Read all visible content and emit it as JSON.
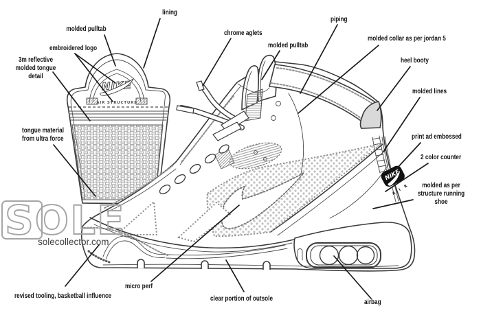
{
  "colors": {
    "ink": "#3b3b3b",
    "booty_fill": "#d9d9d9",
    "watermark": "#a5a5a5",
    "heel_logo_fill": "#111111"
  },
  "tongue": {
    "brand": "NIKE",
    "sub": "AIR STRUCTURE"
  },
  "heel": {
    "brand": "NIKE",
    "air": "A I R"
  },
  "watermark": {
    "logo": "SOLE",
    "site": "solecollector.com"
  },
  "callouts": [
    {
      "id": "lining",
      "label": "lining"
    },
    {
      "id": "molded-pulltab-left",
      "label": "molded pulltab"
    },
    {
      "id": "embroidered-logo",
      "label": "embroidered logo"
    },
    {
      "id": "reflective-tongue-detail",
      "label": "3m reflective\nmolded tongue detail"
    },
    {
      "id": "tongue-material",
      "label": "tongue material\nfrom ultra force"
    },
    {
      "id": "chrome-aglets",
      "label": "chrome aglets"
    },
    {
      "id": "molded-pulltab-right",
      "label": "molded pulltab"
    },
    {
      "id": "piping",
      "label": "piping"
    },
    {
      "id": "molded-collar",
      "label": "molded collar as per jordan 5"
    },
    {
      "id": "heel-booty",
      "label": "heel booty"
    },
    {
      "id": "molded-lines",
      "label": "molded lines"
    },
    {
      "id": "print-ad-embossed",
      "label": "print ad embossed"
    },
    {
      "id": "two-color-counter",
      "label": "2 color counter"
    },
    {
      "id": "molded-structure",
      "label": "molded as per\nstructure running shoe"
    },
    {
      "id": "revised-tooling",
      "label": "revised tooling, basketball influence"
    },
    {
      "id": "micro-perf",
      "label": "micro perf"
    },
    {
      "id": "clear-outsole",
      "label": "clear portion of outsole"
    },
    {
      "id": "airbag",
      "label": "airbag"
    }
  ]
}
